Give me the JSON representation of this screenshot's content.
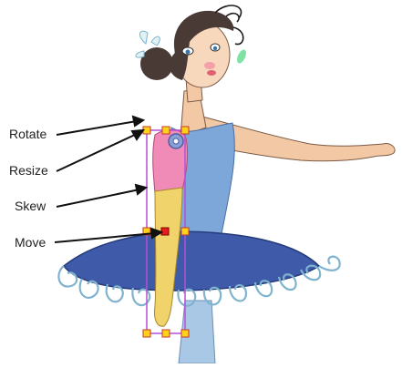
{
  "callouts": {
    "rotate": "Rotate",
    "resize": "Resize",
    "skew": "Skew",
    "move": "Move"
  },
  "colors": {
    "skin": "#f2c9a4",
    "hair": "#4a3a35",
    "bodice": "#7da6d9",
    "tutu": "#3e5aa8",
    "tutu_frill": "#7fb3cf",
    "upper_arm": "#f08bb8",
    "forearm_glove": "#f0d36a",
    "tights": "#a9c8e6",
    "selection_box": "#b84fd6",
    "handle_fill": "#ffd21a",
    "handle_stroke": "#c0392b",
    "pivot": "#8a9fd6"
  },
  "icons": {
    "pivot": "rotation-pivot-icon",
    "handle": "transform-handle"
  }
}
